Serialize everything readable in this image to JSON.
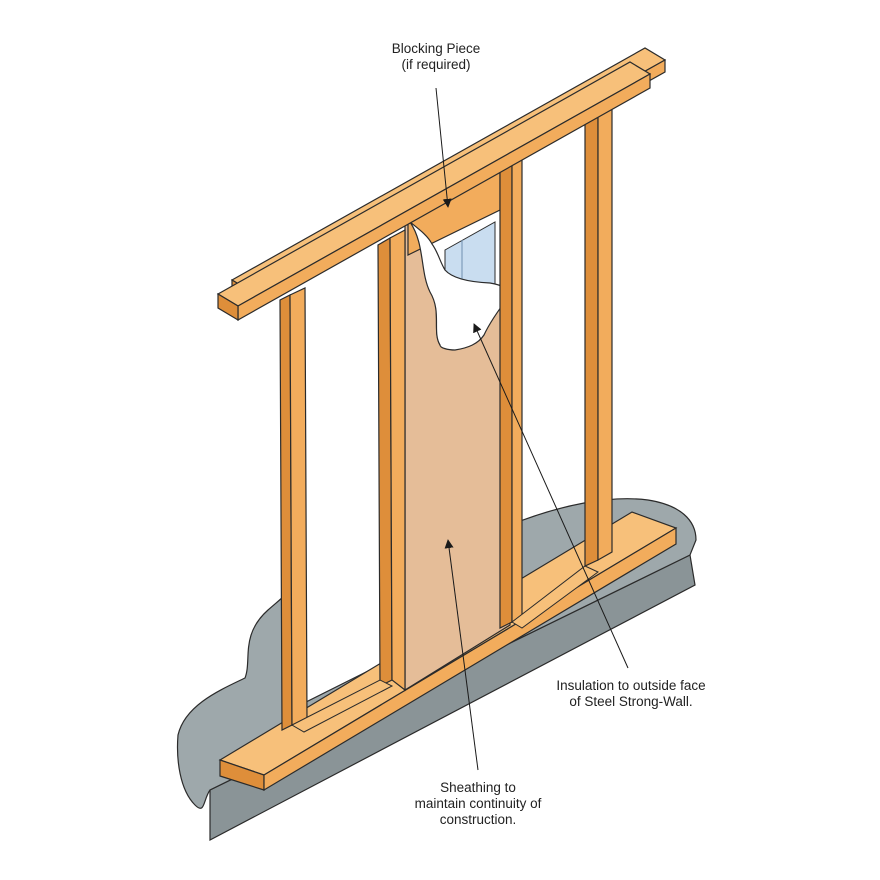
{
  "callouts": {
    "blocking": {
      "line1": "Blocking Piece",
      "line2": "(if required)"
    },
    "insulation": {
      "line1": "Insulation to outside face",
      "line2": "of Steel Strong-Wall."
    },
    "sheathing": {
      "line1": "Sheathing to",
      "line2": "maintain continuity of",
      "line3": "construction."
    }
  },
  "colors": {
    "lumber": "#F2AC5C",
    "lumber_dark": "#DE8E3A",
    "lumber_light": "#F7C07A",
    "sheathing": "#E5BD98",
    "concrete": "#9EA8AB",
    "concrete_dark": "#8A9497",
    "insulation": "#FFFFFF",
    "steel": "#C9DDF0",
    "outline": "#2B2B2B"
  }
}
